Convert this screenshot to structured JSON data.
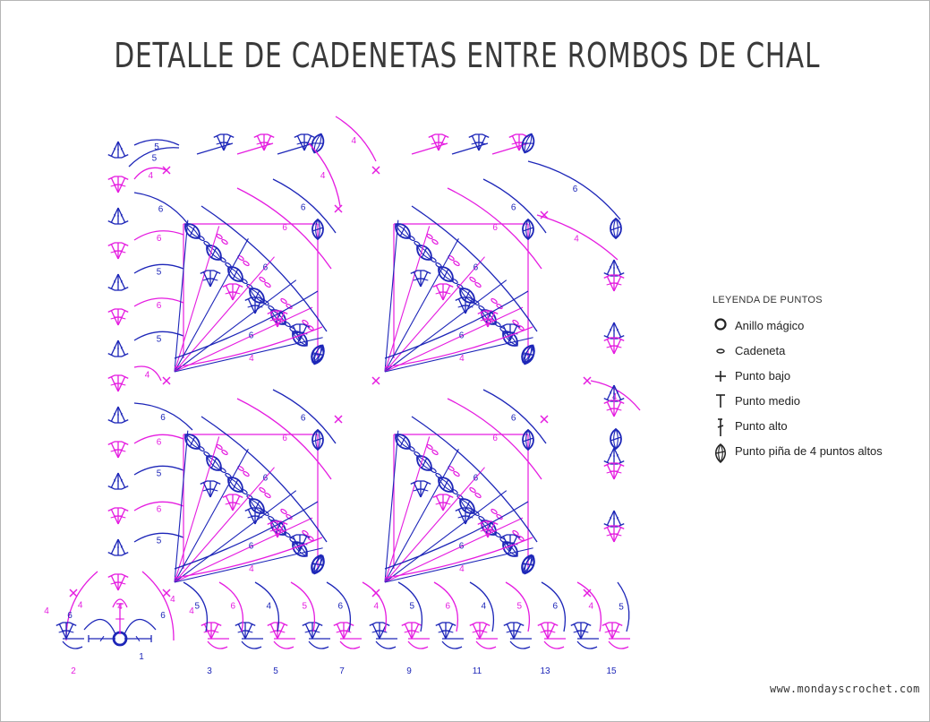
{
  "title": "DETALLE DE CADENETAS ENTRE ROMBOS DE CHAL",
  "colors": {
    "blue": "#1d26b8",
    "magenta": "#e51ce0",
    "text": "#333333"
  },
  "row_numbers": [
    "2",
    "1",
    "3",
    "5",
    "7",
    "9",
    "11",
    "13",
    "15"
  ],
  "chain_counts": [
    "4",
    "5",
    "6"
  ],
  "legend": {
    "title": "LEYENDA DE PUNTOS",
    "items": [
      {
        "icon": "magic-ring-icon",
        "label": "Anillo mágico"
      },
      {
        "icon": "chain-stitch-icon",
        "label": "Cadeneta"
      },
      {
        "icon": "single-crochet-icon",
        "label": "Punto bajo"
      },
      {
        "icon": "half-double-crochet-icon",
        "label": "Punto medio"
      },
      {
        "icon": "double-crochet-icon",
        "label": "Punto alto"
      },
      {
        "icon": "pineapple-stitch-icon",
        "label": "Punto piña de 4 puntos altos"
      }
    ]
  },
  "footer": "www.mondayscrochet.com"
}
